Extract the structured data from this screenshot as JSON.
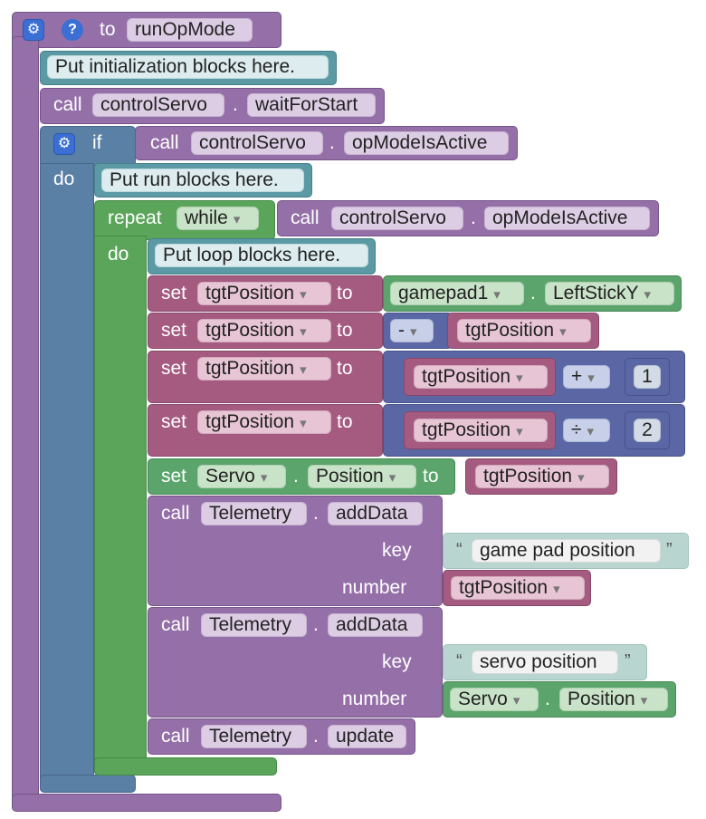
{
  "function": {
    "label_to": "to",
    "name": "runOpMode"
  },
  "comments": {
    "init": "Put initialization blocks here.",
    "run": "Put run blocks here.",
    "loop": "Put loop blocks here."
  },
  "call_wait": {
    "kw": "call",
    "obj": "controlServo",
    "dot": ".",
    "method": "waitForStart"
  },
  "if_block": {
    "kw": "if",
    "do": "do",
    "call": "call",
    "obj": "controlServo",
    "dot": ".",
    "method": "opModeIsActive"
  },
  "repeat_block": {
    "kw": "repeat",
    "mode": "while",
    "do": "do",
    "call": "call",
    "obj": "controlServo",
    "dot": ".",
    "method": "opModeIsActive"
  },
  "set1": {
    "kw": "set",
    "var": "tgtPosition",
    "to": "to",
    "gamepad": "gamepad1",
    "dot": ".",
    "prop": "LeftStickY"
  },
  "set2": {
    "kw": "set",
    "var": "tgtPosition",
    "to": "to",
    "op": "-",
    "arg": "tgtPosition"
  },
  "set3": {
    "kw": "set",
    "var": "tgtPosition",
    "to": "to",
    "lhs": "tgtPosition",
    "op": "+",
    "rhs": "1"
  },
  "set4": {
    "kw": "set",
    "var": "tgtPosition",
    "to": "to",
    "lhs": "tgtPosition",
    "op": "÷",
    "rhs": "2"
  },
  "set_servo": {
    "kw": "set",
    "obj": "Servo",
    "dot": ".",
    "prop": "Position",
    "to": "to",
    "value": "tgtPosition"
  },
  "telemetry1": {
    "kw": "call",
    "obj": "Telemetry",
    "dot": ".",
    "method": "addData",
    "key_label": "key",
    "key": "game pad position",
    "number_label": "number",
    "number": "tgtPosition"
  },
  "telemetry2": {
    "kw": "call",
    "obj": "Telemetry",
    "dot": ".",
    "method": "addData",
    "key_label": "key",
    "key": "servo position",
    "number_label": "number",
    "number_obj": "Servo",
    "number_dot": ".",
    "number_prop": "Position"
  },
  "telemetry3": {
    "kw": "call",
    "obj": "Telemetry",
    "dot": ".",
    "method": "update"
  },
  "icons": {
    "gear": "gear-icon",
    "help": "help-icon",
    "dropdown": "dropdown-arrow-icon"
  },
  "colors": {
    "procedure": "#9570a8",
    "logic": "#5b80a5",
    "loop": "#5ba55b",
    "variable": "#a55b80",
    "math": "#5b67a5",
    "gamepad": "#5ba56c",
    "comment": "#5b9aa5",
    "text": "#b8d5d0"
  }
}
